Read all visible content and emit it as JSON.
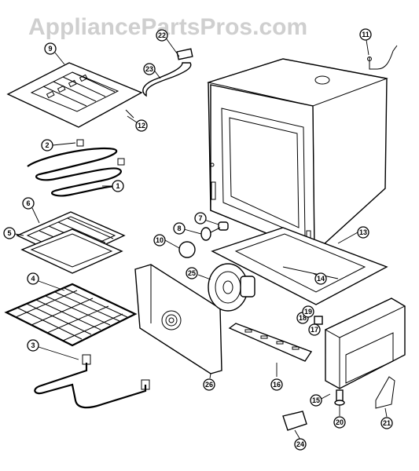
{
  "watermark": "AppliancePartsPros.com",
  "callouts": [
    {
      "label": "1"
    },
    {
      "label": "2"
    },
    {
      "label": "3"
    },
    {
      "label": "4"
    },
    {
      "label": "5"
    },
    {
      "label": "6"
    },
    {
      "label": "7"
    },
    {
      "label": "8"
    },
    {
      "label": "9"
    },
    {
      "label": "10"
    },
    {
      "label": "11"
    },
    {
      "label": "12"
    },
    {
      "label": "13"
    },
    {
      "label": "14"
    },
    {
      "label": "15"
    },
    {
      "label": "16"
    },
    {
      "label": "17"
    },
    {
      "label": "18"
    },
    {
      "label": "19"
    },
    {
      "label": "20"
    },
    {
      "label": "21"
    },
    {
      "label": "22"
    },
    {
      "label": "23"
    },
    {
      "label": "24"
    },
    {
      "label": "25"
    },
    {
      "label": "26"
    }
  ]
}
